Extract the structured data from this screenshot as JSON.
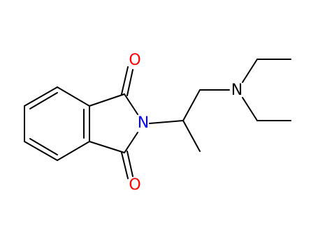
{
  "molecule": {
    "atoms": [
      {
        "id": "o_top",
        "symbol": "O",
        "color": "#ff0000"
      },
      {
        "id": "n_imide",
        "symbol": "N",
        "color": "#0000ff"
      },
      {
        "id": "o_bottom",
        "symbol": "O",
        "color": "#ff0000"
      },
      {
        "id": "n_amine",
        "symbol": "N",
        "color": "#000000"
      }
    ],
    "bond_color": "#000000"
  }
}
